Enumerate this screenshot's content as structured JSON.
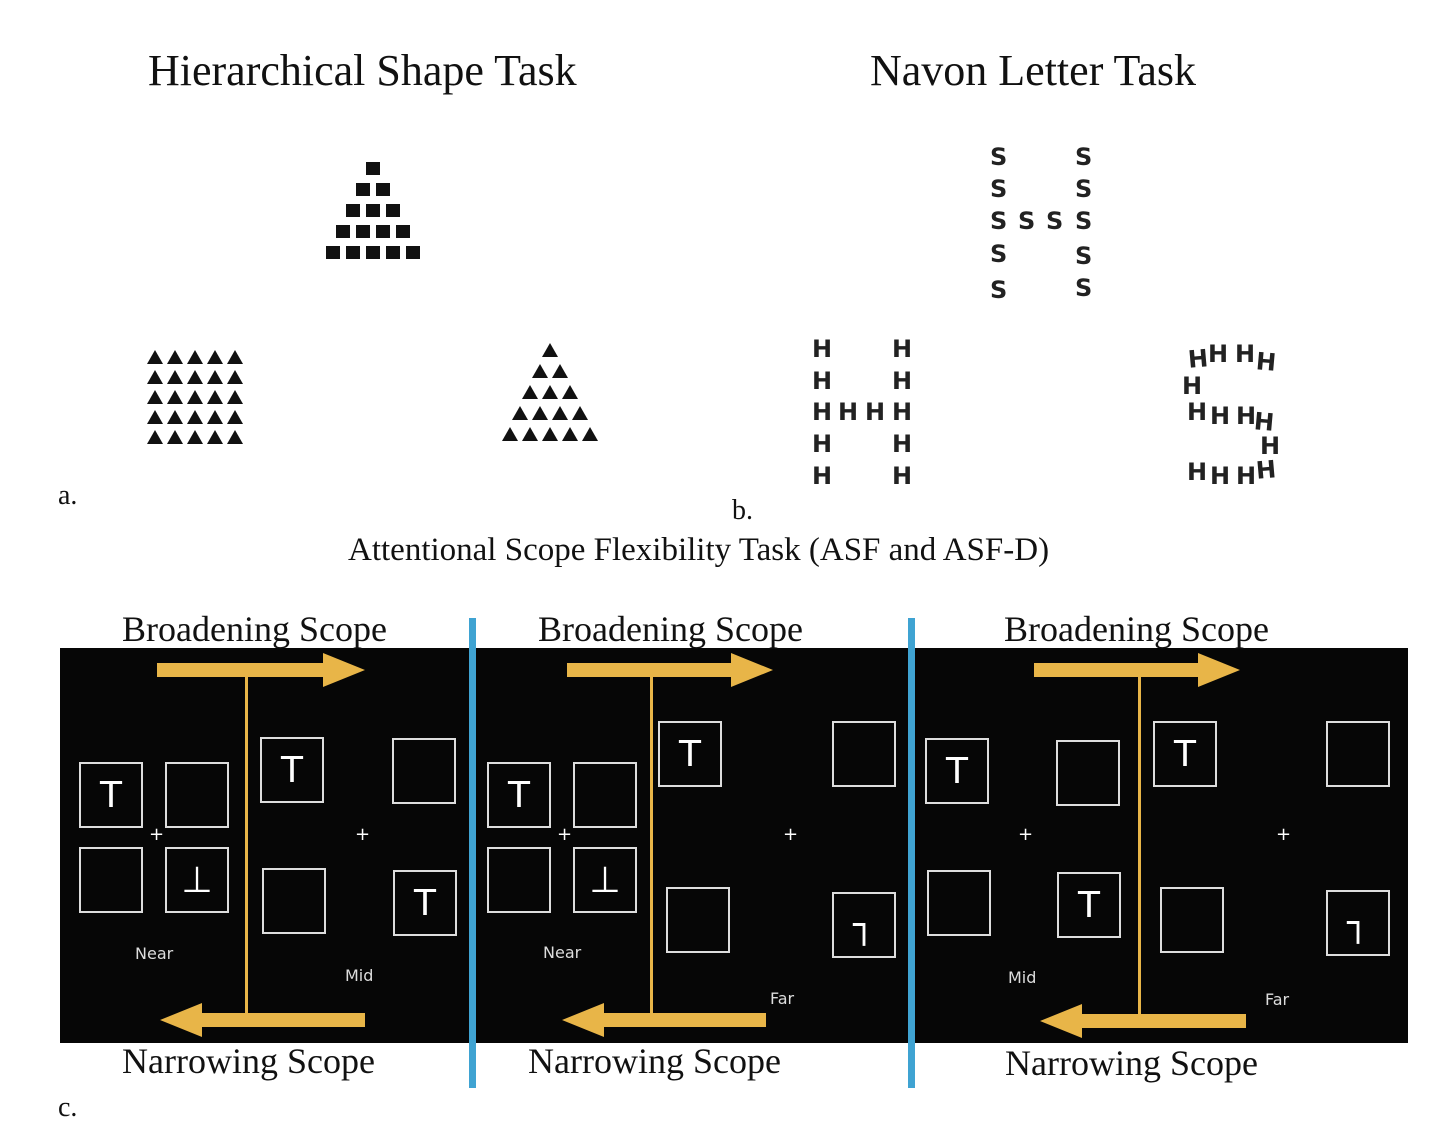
{
  "panel_a": {
    "title": "Hierarchical Shape Task",
    "label": "a."
  },
  "panel_b": {
    "title": "Navon Letter Task",
    "label": "b.",
    "local_letters": {
      "h_of_s": "S",
      "h_of_h": "H",
      "s_of_h": "H"
    }
  },
  "panel_c": {
    "title": "Attentional Scope Flexibility Task (ASF and ASF-D)",
    "label": "c.",
    "broadening": "Broadening Scope",
    "narrowing": "Narrowing Scope",
    "fixation": "+",
    "colors": {
      "arrow": "#e8b548",
      "divider": "#3fa3d2",
      "background": "#060606"
    },
    "panels": [
      {
        "left_label": "Near",
        "right_label": "Mid",
        "target": "T",
        "rotated_target": "⊥"
      },
      {
        "left_label": "Near",
        "right_label": "Far",
        "target": "T",
        "rotated_target": "⊥",
        "far_rotated": "┐"
      },
      {
        "left_label": "Mid",
        "right_label": "Far",
        "target": "T",
        "far_rotated": "┐"
      }
    ]
  }
}
